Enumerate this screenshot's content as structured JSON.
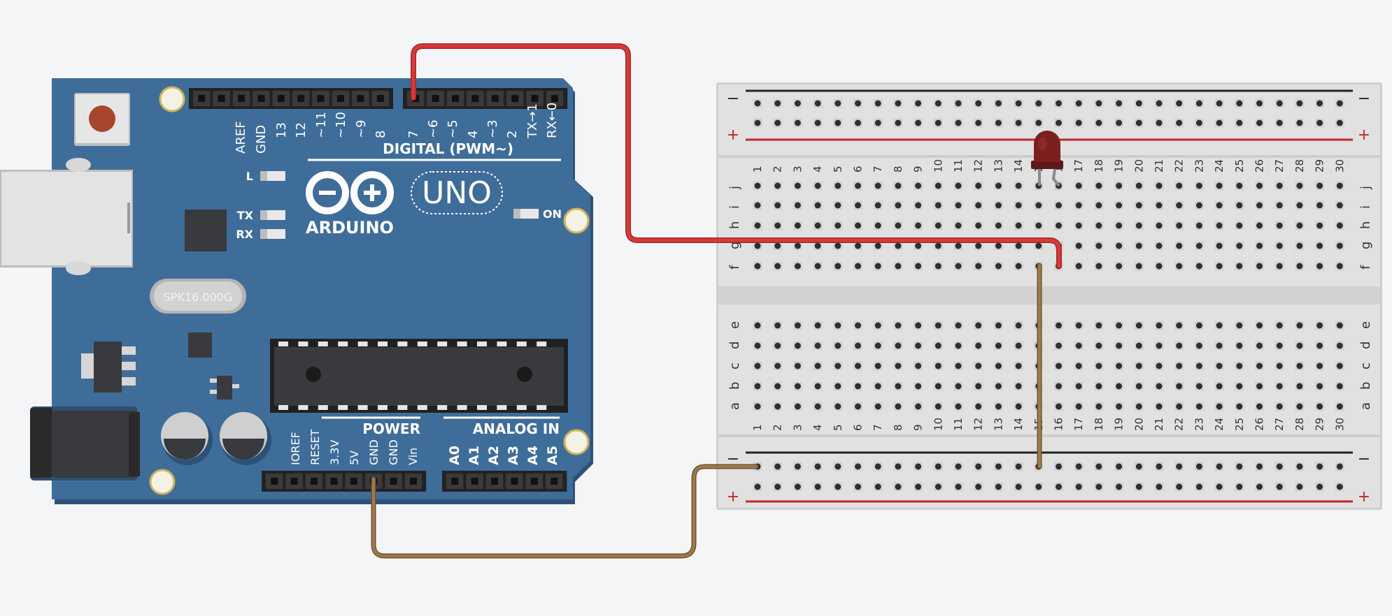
{
  "arduino": {
    "header_digital_labels": [
      "AREF",
      "GND",
      "13",
      "12",
      "~11",
      "~10",
      "~9",
      "8",
      "7",
      "~6",
      "~5",
      "4",
      "~3",
      "2",
      "TX→1",
      "RX←0"
    ],
    "digital_title": "DIGITAL (PWM~)",
    "led_l": "L",
    "led_tx": "TX",
    "led_rx": "RX",
    "led_on": "ON",
    "brand": "ARDUINO",
    "model": "UNO",
    "crystal": "SPK16.000G",
    "power_title": "POWER",
    "analog_title": "ANALOG IN",
    "power_labels": [
      "IOREF",
      "RESET",
      "3.3V",
      "5V",
      "GND",
      "GND",
      "Vin"
    ],
    "analog_labels": [
      "A0",
      "A1",
      "A2",
      "A3",
      "A4",
      "A5"
    ]
  },
  "breadboard": {
    "rail_minus": "−",
    "rail_plus": "+",
    "top_row_letters": [
      "j",
      "i",
      "h",
      "g",
      "f"
    ],
    "bottom_row_letters": [
      "e",
      "d",
      "c",
      "b",
      "a"
    ],
    "columns": [
      "1",
      "2",
      "3",
      "4",
      "5",
      "6",
      "7",
      "8",
      "9",
      "10",
      "11",
      "12",
      "13",
      "14",
      "15",
      "16",
      "17",
      "18",
      "19",
      "20",
      "21",
      "22",
      "23",
      "24",
      "25",
      "26",
      "27",
      "28",
      "29",
      "30"
    ]
  },
  "colors": {
    "board_blue": "#3f6d99",
    "header_black": "#2b2b2b",
    "wire_red": "#d63a3a",
    "wire_brown": "#9b7447",
    "led_red": "#7b1f1f",
    "rail_red": "#c0282a",
    "rail_black": "#222222",
    "breadboard_body": "#e1e1e1"
  }
}
